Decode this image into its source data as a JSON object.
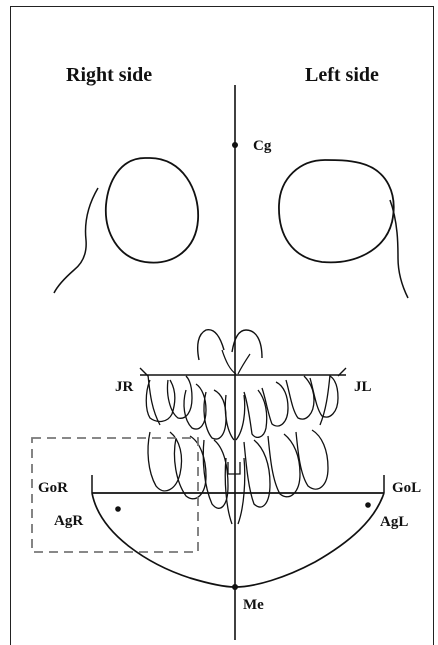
{
  "headers": {
    "right_side": "Right side",
    "left_side": "Left side"
  },
  "points": {
    "cg": "Cg",
    "jr": "JR",
    "jl": "JL",
    "gor": "GoR",
    "gol": "GoL",
    "agr": "AgR",
    "agl": "AgL",
    "me": "Me"
  }
}
